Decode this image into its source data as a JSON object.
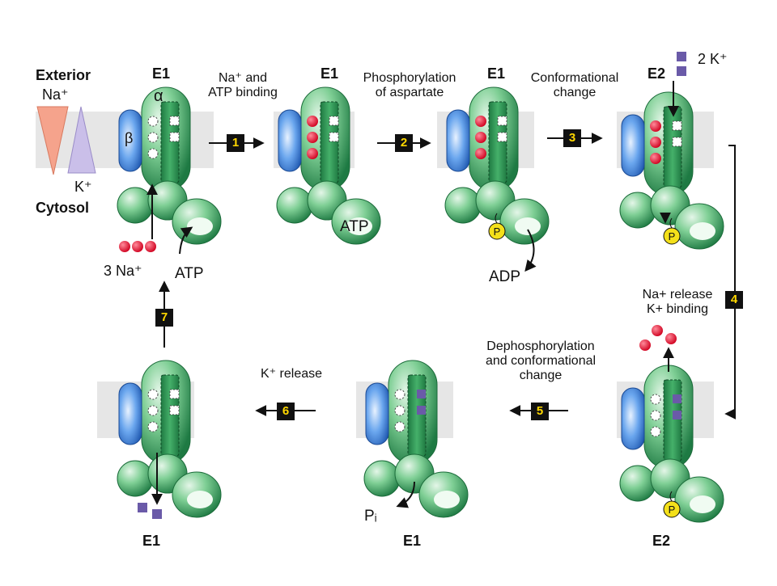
{
  "exterior_label": "Exterior",
  "cytosol_label": "Cytosol",
  "na_gradient_label": "Na⁺",
  "k_gradient_label": "K⁺",
  "alpha_label": "α",
  "beta_label": "β",
  "states": {
    "s1": "E1",
    "s2": "E1",
    "s3": "E1",
    "s4": "E2",
    "s5": "E2",
    "s6": "E1",
    "s7": "E1"
  },
  "steps": [
    {
      "num": "1",
      "line1": "Na⁺ and",
      "line2": "ATP binding"
    },
    {
      "num": "2",
      "line1": "Phosphorylation",
      "line2": "of aspartate"
    },
    {
      "num": "3",
      "line1": "Conformational",
      "line2": "change"
    },
    {
      "num": "4",
      "line1": "Na+ release",
      "line2": "K+ binding"
    },
    {
      "num": "5",
      "line1": "Dephosphorylation",
      "line2": "and conformational",
      "line3": "change"
    },
    {
      "num": "6",
      "line1": "K⁺ release"
    },
    {
      "num": "7"
    }
  ],
  "molecules": {
    "na3": "3 Na⁺",
    "atp": "ATP",
    "atp_bound": "ATP",
    "adp": "ADP",
    "k2": "2 K⁺",
    "pi": "Pᵢ",
    "phosphate": "P"
  },
  "colors": {
    "membrane": "#e6e6e6",
    "alpha_green": "#2f9a58",
    "alpha_light": "#bfe8c9",
    "beta_blue": "#2f6fc8",
    "sodium_red": "#e01030",
    "potassium_purple": "#6a5aa8",
    "phosphate_yellow": "#f4e01a",
    "na_gradient": "#f4a08a",
    "k_gradient": "#c9bde8"
  }
}
